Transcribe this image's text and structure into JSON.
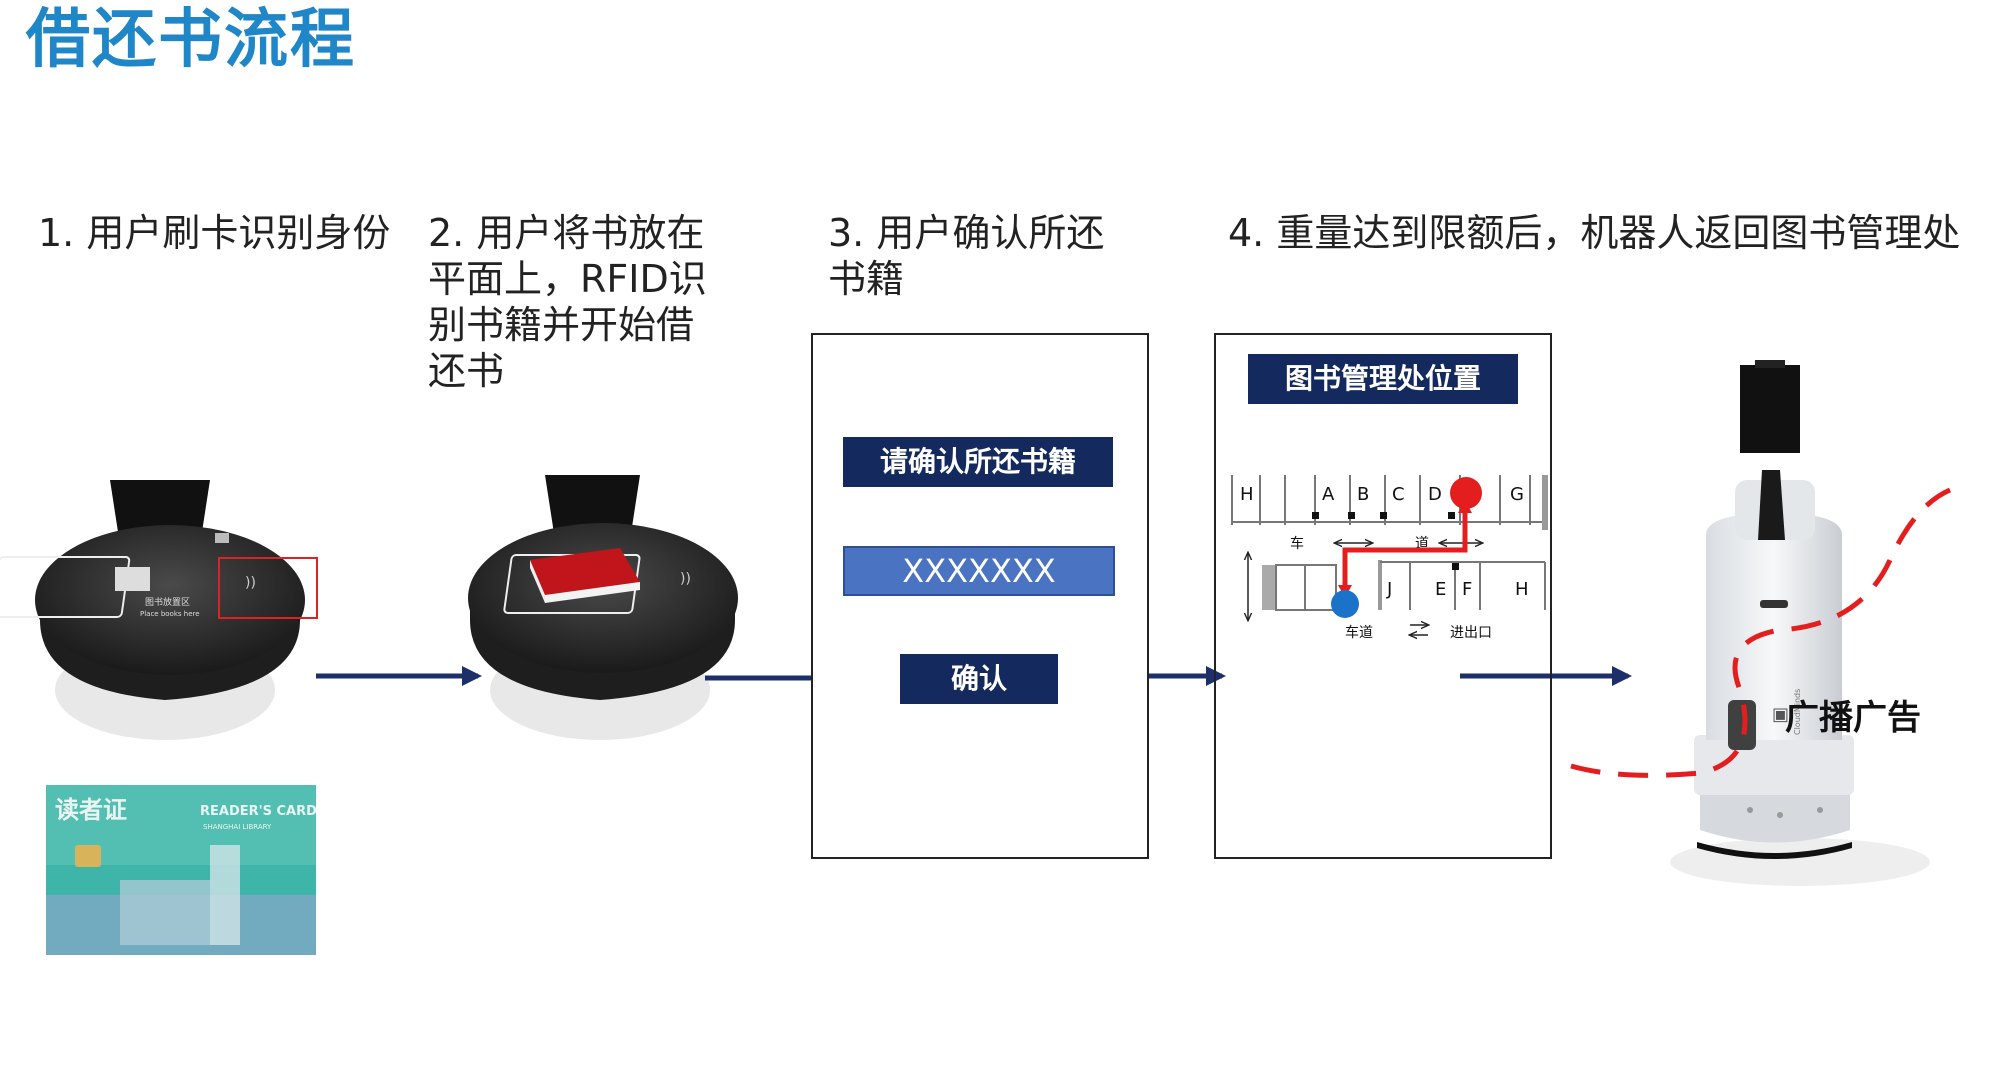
{
  "title": "借还书流程",
  "steps": [
    "1. 用户刷卡识别身份",
    "2. 用户将书放在\n平面上，RFID识\n别书籍并开始借\n还书",
    "3. 用户确认所还\n书籍",
    "4. 重量达到限额后，机器人返回图书管理处"
  ],
  "panel3": {
    "heading": "请确认所还书籍",
    "input_value": "XXXXXXX",
    "confirm_label": "确认"
  },
  "panel4": {
    "heading": "图书管理处位置",
    "map_labels": {
      "H_top": "H",
      "A": "A",
      "B": "B",
      "C": "C",
      "D": "D",
      "G": "G",
      "lane_left": "车",
      "lane_right": "道",
      "J": "J",
      "E": "E",
      "F": "F",
      "H_bottom": "H",
      "lane_bottom": "车道",
      "exit": "进出口"
    }
  },
  "device_labels": {
    "pad_zone_cn": "图书放置区",
    "pad_zone_en": "Place books here"
  },
  "card": {
    "title_cn": "读者证",
    "title_en": "READER'S CARD",
    "subtitle": "SHANGHAI LIBRARY"
  },
  "robot": {
    "broadcast_label": "广播广告",
    "brand": "CloudMinds"
  },
  "colors": {
    "title_blue": "#1f86c8",
    "navy": "#14295e",
    "input_blue": "#4a73c2",
    "route_red": "#e41e1e",
    "marker_blue": "#1a73c9",
    "arrow_navy": "#1c2f6b"
  }
}
